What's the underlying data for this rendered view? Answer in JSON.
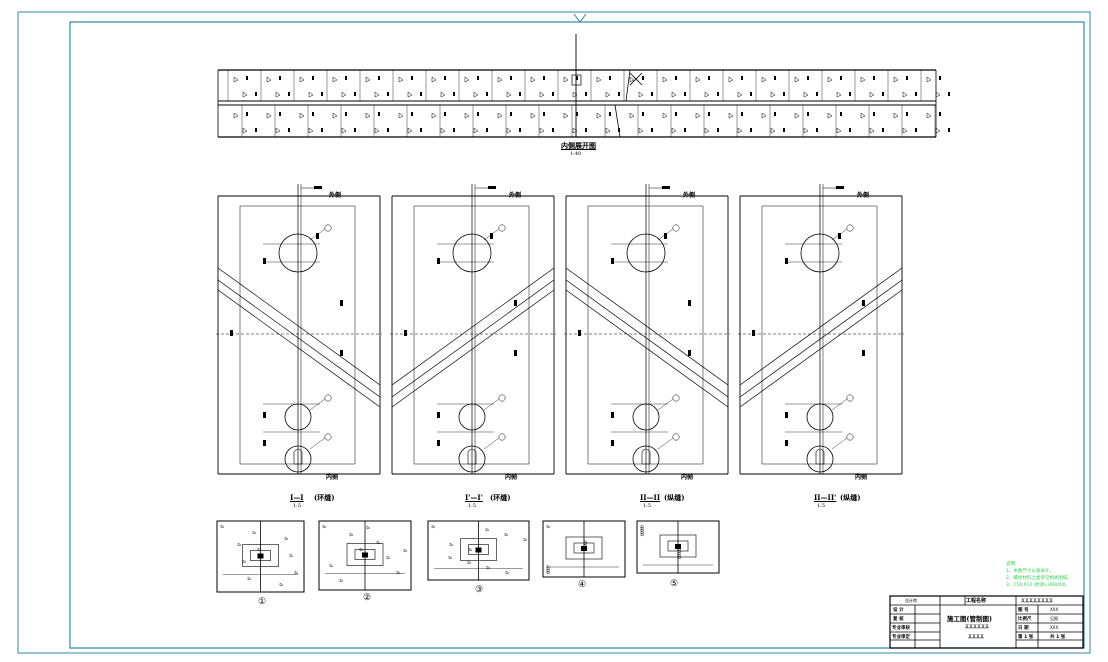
{
  "colors": {
    "frame": "#2f8aa6",
    "drawing": "#000000",
    "notes": "#2bd14a",
    "background": "#ffffff"
  },
  "top": {
    "title": "内侧展开图",
    "scale": "1:40"
  },
  "sections": [
    {
      "id": "I-I",
      "mark": "I—I",
      "type": "(环缝)",
      "scale": "1:5",
      "outer": "外侧",
      "inner": "内侧"
    },
    {
      "id": "I-I'",
      "mark": "I'—I'",
      "type": "(环缝)",
      "scale": "1:5",
      "outer": "外侧",
      "inner": "内侧"
    },
    {
      "id": "II-II",
      "mark": "II—II",
      "type": "(纵缝)",
      "scale": "1:5",
      "outer": "外侧",
      "inner": "内侧"
    },
    {
      "id": "II-II'",
      "mark": "II—II'",
      "type": "(纵缝)",
      "scale": "1:5",
      "outer": "外侧",
      "inner": "内侧"
    }
  ],
  "details": [
    {
      "label": "①"
    },
    {
      "label": "②"
    },
    {
      "label": "③"
    },
    {
      "label": "④"
    },
    {
      "label": "⑤"
    }
  ],
  "notes": {
    "heading": "说明:",
    "lines": [
      "1、本图尺寸以毫米计。",
      "2、螺栓材料之类参见相关图纸。",
      "3、C50,P12 (抗渗),HRB400。"
    ]
  },
  "title_block": {
    "company": "设计院",
    "project_label": "工程名称",
    "project_value": "某某某某某某某某",
    "drawing_title": "施工图(管制图)",
    "sub1": "某某某某某某",
    "sub2": "某某某某",
    "left_rows": [
      "设 计",
      "复 核",
      "专业审核",
      "专业审定"
    ],
    "right_rows": [
      {
        "k": "图 号",
        "v": "XXX"
      },
      {
        "k": "比例尺",
        "v": "见图"
      },
      {
        "k": "日 期",
        "v": "XXX"
      },
      {
        "k": "第 1 张",
        "v": "共 1 张"
      }
    ]
  }
}
